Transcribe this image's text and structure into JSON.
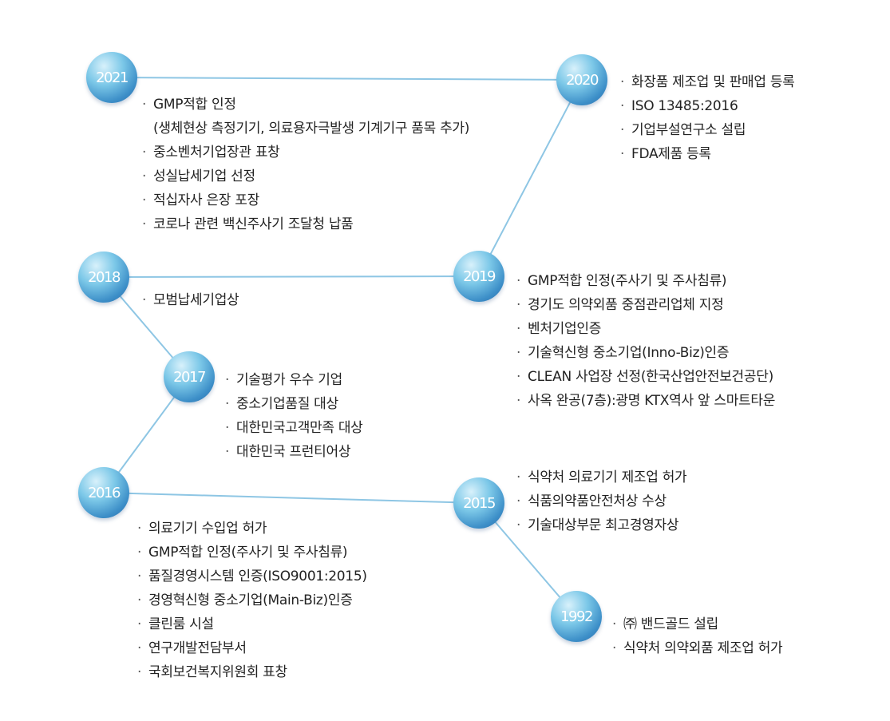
{
  "colors": {
    "line": "#8ec6e4",
    "node_light": "#d8f1fb",
    "node_dark": "#2a6aa8",
    "text": "#222222"
  },
  "milestones": [
    {
      "year": "2021",
      "items": [
        "GMP적합 인정",
        "(생체현상 측정기기, 의료용자극발생 기계기구 품목 추가)",
        "중소벤처기업장관 표창",
        "성실납세기업 선정",
        "적십자사 은장 포장",
        "코로나 관련 백신주사기 조달청 납품"
      ]
    },
    {
      "year": "2020",
      "items": [
        "화장품 제조업 및 판매업 등록",
        "ISO 13485:2016",
        "기업부설연구소 설립",
        "FDA제품 등록"
      ]
    },
    {
      "year": "2019",
      "items": [
        "GMP적합 인정(주사기 및 주사침류)",
        "경기도 의약외품 중점관리업체 지정",
        "벤처기업인증",
        "기술혁신형 중소기업(Inno-Biz)인증",
        "CLEAN 사업장 선정(한국산업안전보건공단)",
        "사옥 완공(7층):광명 KTX역사 앞 스마트타운"
      ]
    },
    {
      "year": "2018",
      "items": [
        "모범납세기업상"
      ]
    },
    {
      "year": "2017",
      "items": [
        "기술평가 우수 기업",
        "중소기업품질 대상",
        "대한민국고객만족 대상",
        "대한민국 프런티어상"
      ]
    },
    {
      "year": "2016",
      "items": [
        "의료기기 수입업 허가",
        "GMP적합 인정(주사기 및 주사침류)",
        "품질경영시스템 인증(ISO9001:2015)",
        "경영혁신형 중소기업(Main-Biz)인증",
        "클린룸 시설",
        "연구개발전담부서",
        "국회보건복지위원회 표창"
      ]
    },
    {
      "year": "2015",
      "items": [
        "식약처 의료기기 제조업 허가",
        "식품의약품안전처상 수상",
        "기술대상부문 최고경영자상"
      ]
    },
    {
      "year": "1992",
      "items": [
        "㈜ 밴드골드 설립",
        "식약처 의약외품 제조업 허가"
      ]
    }
  ]
}
